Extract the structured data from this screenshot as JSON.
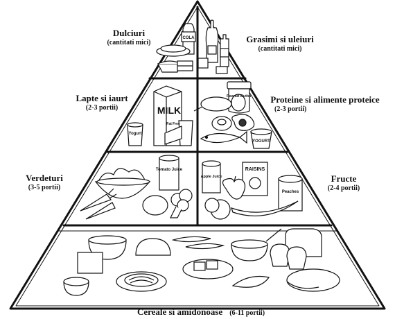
{
  "pyramid": {
    "tiers": [
      {
        "id": "sweets",
        "label": "Dulciuri",
        "servings": "(cantitati mici)"
      },
      {
        "id": "fats",
        "label": "Grasimi si uleiuri",
        "servings": "(cantitati mici)"
      },
      {
        "id": "dairy",
        "label": "Lapte si iaurt",
        "servings": "(2-3 portii)"
      },
      {
        "id": "protein",
        "label": "Proteine si alimente proteice",
        "servings": "(2-3 portii)"
      },
      {
        "id": "vegetables",
        "label": "Verdeturi",
        "servings": "(3-5 portii)"
      },
      {
        "id": "fruits",
        "label": "Fructe",
        "servings": "(2-4 portii)"
      }
    ],
    "base": {
      "label": "Cereale si amidonoase",
      "servings": "(6-11 portii)"
    }
  },
  "packaging": {
    "cola": "COLA",
    "milk": "MILK",
    "milk_sub": "Fat Free",
    "yogurt": "Yogurt",
    "peanut_butter": "Peanut Butter",
    "yogurt_tub": "YOGURT",
    "tomato_juice": "Tomato Juice",
    "apple_juice": "Apple Juice",
    "raisins": "RAISINS",
    "peaches": "Peaches"
  },
  "icons": [
    "cola-bottle-icon",
    "oil-bottle-icon",
    "milk-carton-icon",
    "fish-icon",
    "egg-icon",
    "broccoli-icon",
    "apple-icon",
    "banana-icon",
    "bread-loaf-icon",
    "pasta-plate-icon"
  ],
  "colors": {
    "ink": "#111111",
    "background": "#ffffff"
  }
}
